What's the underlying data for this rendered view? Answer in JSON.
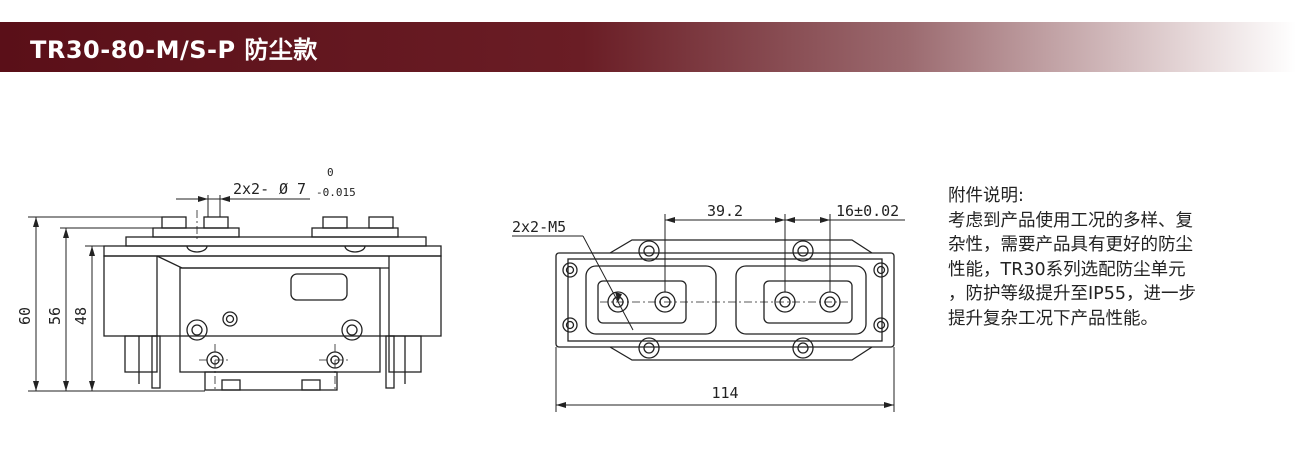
{
  "header": {
    "title": "TR30-80-M/S-P 防尘款"
  },
  "front_view": {
    "dim_height_total": "60",
    "dim_height_mid": "56",
    "dim_height_inner": "48",
    "hole_callout": "2x2-",
    "hole_symbol": "Ø",
    "hole_diameter": "7",
    "tol_upper": "0",
    "tol_lower": "-0.015"
  },
  "top_view": {
    "thread_callout": "2x2-M5",
    "dim_spacing": "39.2",
    "dim_pitch": "16±0.02",
    "dim_width": "114"
  },
  "notes": {
    "heading": "附件说明:",
    "lines": [
      "考虑到产品使用工况的多样、复",
      "杂性，需要产品具有更好的防尘",
      "性能，TR30系列选配防尘单元",
      "，防护等级提升至IP55，进一步",
      "提升复杂工况下产品性能。"
    ]
  }
}
